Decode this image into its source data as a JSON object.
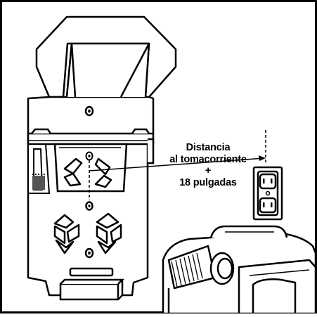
{
  "colors": {
    "ink": "#000000",
    "paper": "#ffffff",
    "shade": "#9a9a9a"
  },
  "callout": {
    "line1": "Distancia",
    "line2": "al tomacorriente",
    "line3": "+",
    "line4": "18 pulgadas"
  }
}
